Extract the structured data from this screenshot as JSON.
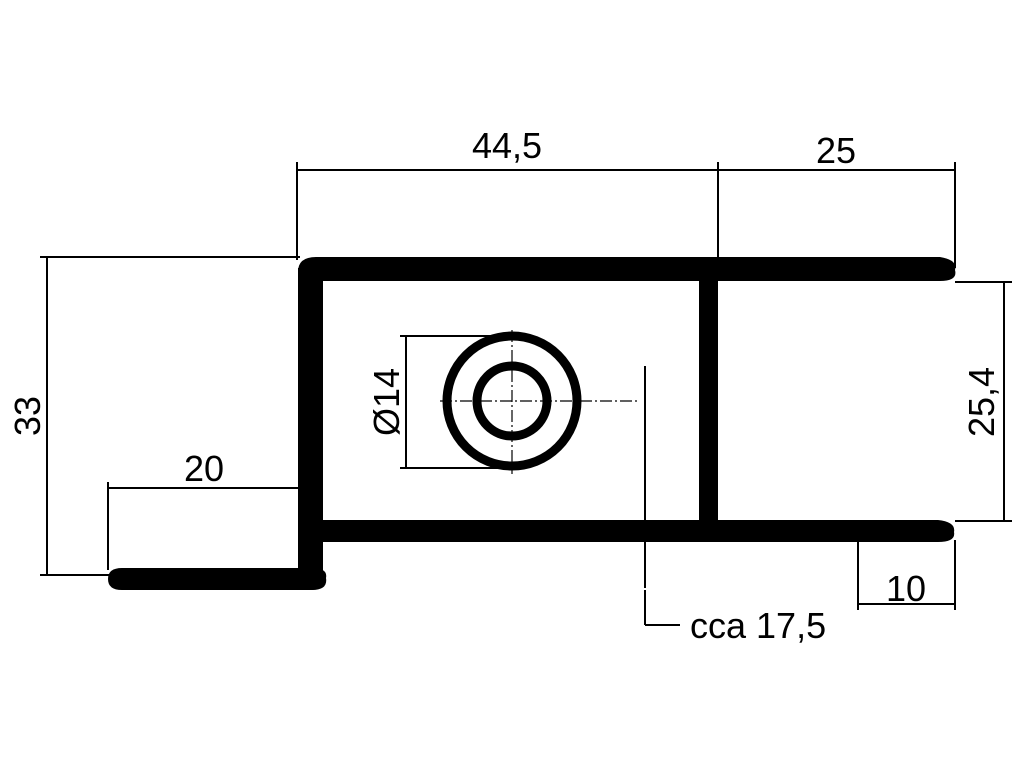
{
  "drawing": {
    "dimensions": {
      "width_left": "44,5",
      "width_right": "25",
      "height_total": "33",
      "flange_width": "20",
      "inner_height": "25,4",
      "hole_diameter": "Ø14",
      "bottom_gap": "10",
      "hole_offset": "cca 17,5"
    }
  }
}
